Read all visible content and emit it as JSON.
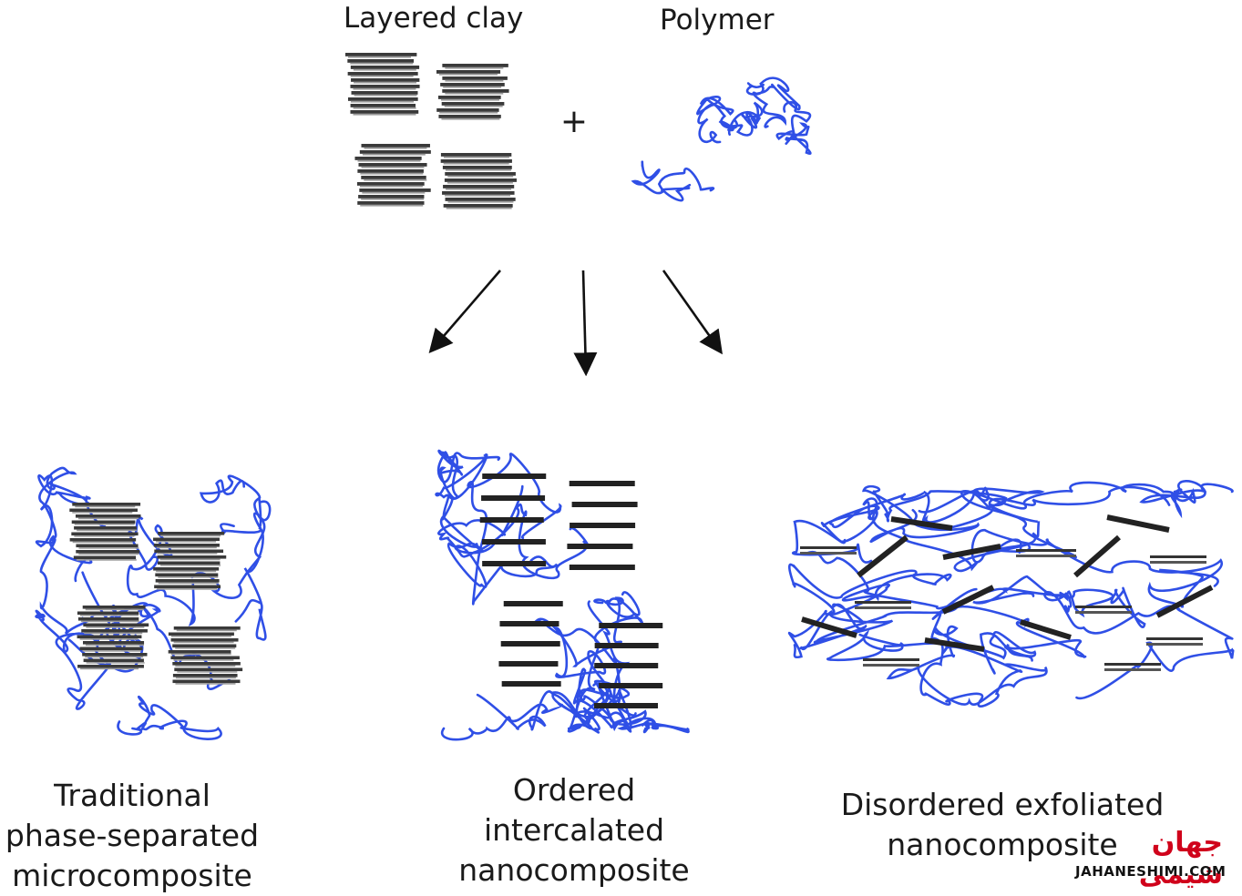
{
  "inputs": {
    "clay_label": "Layered clay",
    "polymer_label": "Polymer",
    "plus": "+"
  },
  "outcomes": [
    {
      "lines": [
        "Traditional",
        "phase-separated",
        "microcomposite"
      ]
    },
    {
      "lines": [
        "Ordered",
        "intercalated",
        "nanocomposite"
      ]
    },
    {
      "lines": [
        "Disordered exfoliated",
        "nanocomposite"
      ]
    }
  ],
  "watermark": {
    "persian": "جهان شیمی",
    "latin": "JAHANESHIMI.COM"
  },
  "colors": {
    "polymer": "#2f4fe6",
    "clay_dark": "#222222",
    "clay_light": "#9a9a9a",
    "arrow": "#111111",
    "watermark_red": "#d0021b"
  }
}
